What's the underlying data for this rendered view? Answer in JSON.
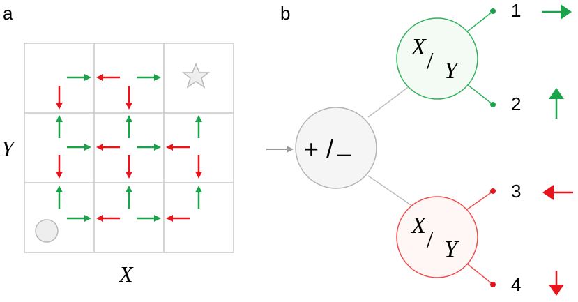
{
  "panel_a": {
    "label": "a",
    "x_label": "X",
    "y_label": "Y"
  },
  "panel_b": {
    "label": "b",
    "root_node": {
      "text_plus": "+",
      "text_slash": "/",
      "text_minus": "–"
    },
    "top_node": {
      "num": "X",
      "slash": "/",
      "den": "Y",
      "color": "#2fb35a"
    },
    "bottom_node": {
      "num": "X",
      "slash": "/",
      "den": "Y",
      "color": "#ef4c4c"
    },
    "outputs": [
      {
        "n": "1",
        "dir": "right",
        "color": "#1aa34a"
      },
      {
        "n": "2",
        "dir": "up",
        "color": "#1aa34a"
      },
      {
        "n": "3",
        "dir": "left",
        "color": "#e8141c"
      },
      {
        "n": "4",
        "dir": "down",
        "color": "#e8141c"
      }
    ]
  },
  "colors": {
    "green": "#1aa34a",
    "red": "#e8141c",
    "grid": "#c8c8c8"
  }
}
